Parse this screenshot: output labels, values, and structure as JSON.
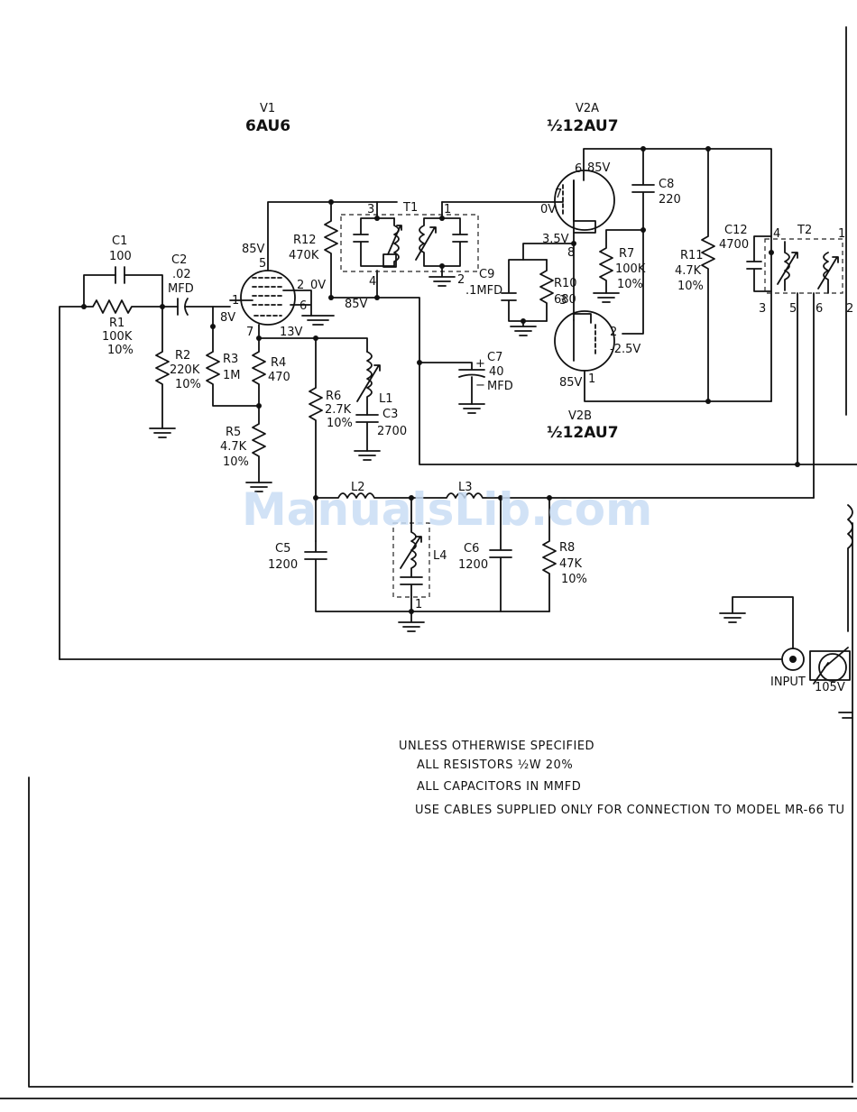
{
  "tubes": {
    "v1": {
      "ref": "V1",
      "type": "6AU6"
    },
    "v2a": {
      "ref": "V2A",
      "type": "½12AU7"
    },
    "v2b": {
      "ref": "V2B",
      "type": "½12AU7"
    }
  },
  "components": {
    "c1": {
      "ref": "C1",
      "value": "100"
    },
    "c2": {
      "ref": "C2",
      "value": ".02",
      "unit": "MFD"
    },
    "r1": {
      "ref": "R1",
      "value": "100K",
      "tol": "10%"
    },
    "r2": {
      "ref": "R2",
      "value": "220K",
      "tol": "10%"
    },
    "r3": {
      "ref": "R3",
      "value": "1M"
    },
    "r4": {
      "ref": "R4",
      "value": "470"
    },
    "r5": {
      "ref": "R5",
      "value": "4.7K",
      "tol": "10%"
    },
    "r6": {
      "ref": "R6",
      "value": "2.7K",
      "tol": "10%"
    },
    "r7": {
      "ref": "R7",
      "value": "100K",
      "tol": "10%"
    },
    "r8": {
      "ref": "R8",
      "value": "47K",
      "tol": "10%"
    },
    "r10": {
      "ref": "R10",
      "value": "680"
    },
    "r11": {
      "ref": "R11",
      "value": "4.7K",
      "tol": "10%"
    },
    "r12": {
      "ref": "R12",
      "value": "470K"
    },
    "c3": {
      "ref": "C3",
      "value": "2700"
    },
    "c5": {
      "ref": "C5",
      "value": "1200"
    },
    "c6": {
      "ref": "C6",
      "value": "1200"
    },
    "c7": {
      "ref": "C7",
      "value": "40",
      "unit": "MFD",
      "plus": "+",
      "minus": "−"
    },
    "c8": {
      "ref": "C8",
      "value": "220"
    },
    "c9": {
      "ref": "C9",
      "value": ".1MFD"
    },
    "c12": {
      "ref": "C12",
      "value": "4700"
    },
    "l1": {
      "ref": "L1"
    },
    "l2": {
      "ref": "L2"
    },
    "l3": {
      "ref": "L3"
    },
    "l4": {
      "ref": "L4"
    },
    "t1": {
      "ref": "T1"
    },
    "t2": {
      "ref": "T2"
    }
  },
  "voltages": {
    "v1_plate": "85V",
    "v1_screen": "85V",
    "v1_g3": "0V",
    "v1_grid": "8V",
    "v1_cathode": "13V",
    "v2a_plate": "85V",
    "v2a_grid": "0V",
    "v2a_cathode": "3.5V",
    "v2b_plate": "85V",
    "v2b_grid": "-2.5V"
  },
  "pins": {
    "v1": {
      "p5": "5",
      "p1": "1",
      "p2": "2",
      "p6": "6",
      "p7": "7"
    },
    "v2a": {
      "p6": "6",
      "p7": "7",
      "p8": "8"
    },
    "v2b": {
      "p3": "3",
      "p2": "2",
      "p1": "1"
    },
    "t1": {
      "p3": "3",
      "p1": "1",
      "p4": "4",
      "p2": "2"
    },
    "t2": {
      "p4": "4",
      "p1": "1",
      "p3": "3",
      "p5": "5",
      "p6": "6",
      "p2": "2"
    },
    "l4": {
      "p1": "1"
    }
  },
  "connectors": {
    "input": "INPUT",
    "power": "105V"
  },
  "notes": {
    "line1": "UNLESS OTHERWISE SPECIFIED",
    "line2": "ALL RESISTORS ½W 20%",
    "line3": "ALL CAPACITORS IN MMFD",
    "line4": "USE CABLES SUPPLIED ONLY FOR CONNECTION TO MODEL MR-66 TU"
  },
  "watermark": "ManualsLib.com",
  "colors": {
    "ink": "#111111",
    "paper": "#ffffff",
    "watermark": "#c9ddf5"
  }
}
